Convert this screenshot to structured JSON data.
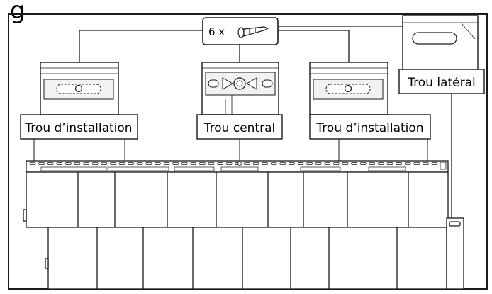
{
  "header_fragment": "g",
  "screw_callout": {
    "label": "6 x",
    "icon": "screw-icon"
  },
  "labels": {
    "left_hole": "Trou d’installation",
    "center_hole": "Trou central",
    "right_hole": "Trou d’installation",
    "side_hole": "Trou latéral"
  },
  "colors": {
    "line": "#1a1a1a",
    "panel_fill": "#ffffff",
    "detail_fill": "#f2f2f2"
  }
}
